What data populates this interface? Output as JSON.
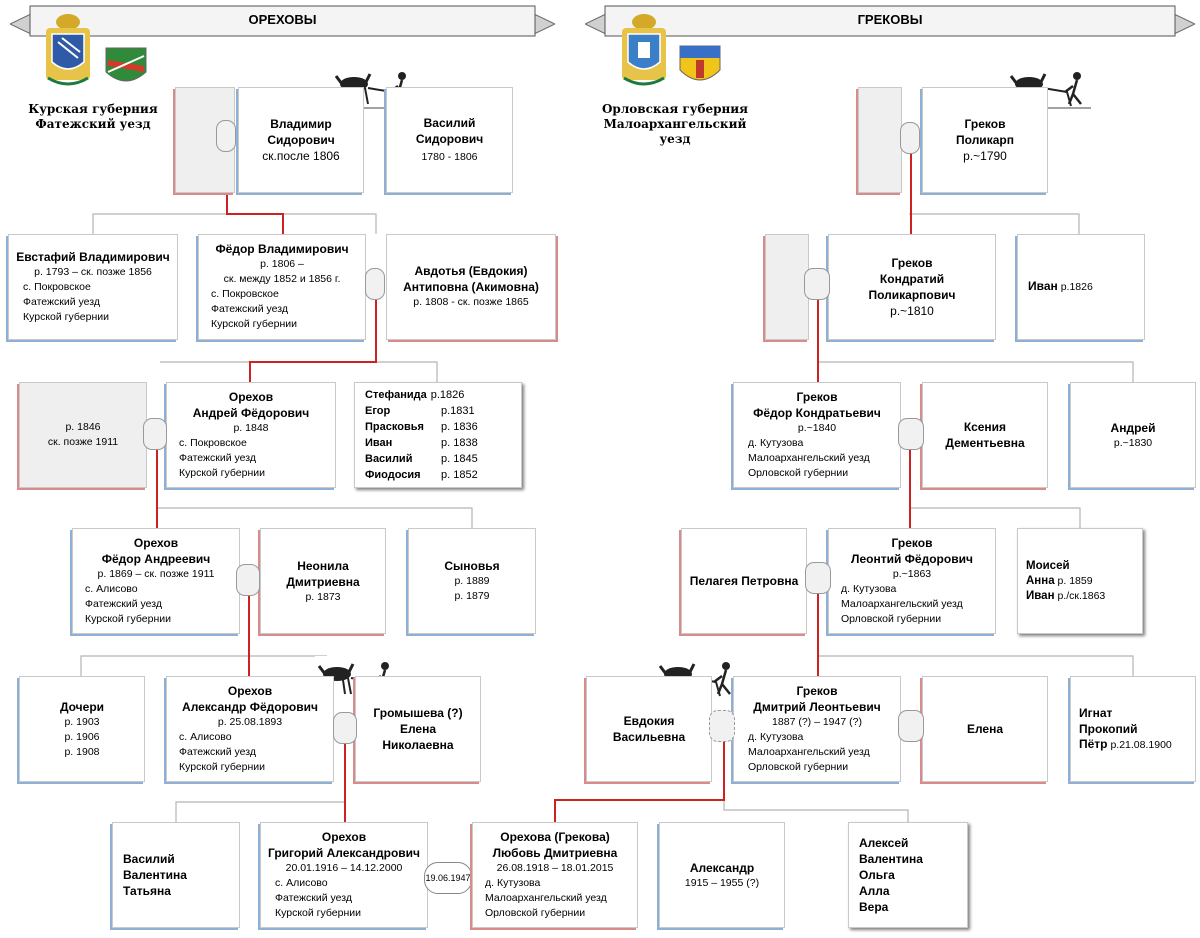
{
  "left": {
    "title": "ОРЕХОВЫ",
    "region": [
      "Курская губерния",
      "Фатежский уезд"
    ],
    "vladimir": {
      "name": [
        "Владимир",
        "Сидорович"
      ],
      "dates": "ск.после 1806"
    },
    "vasiliy_sid": {
      "name": [
        "Василий",
        "Сидорович"
      ],
      "dates": "1780 - 1806"
    },
    "evstafiy": {
      "name": "Евстафий Владимирович",
      "dates": "р. 1793 – ск. позже 1856",
      "place": [
        "с. Покровское",
        "Фатежский уезд",
        "Курской губернии"
      ]
    },
    "fedor_vlad": {
      "name": "Фёдор Владимирович",
      "dates": [
        "р. 1806 –",
        "ск. между 1852 и 1856 г."
      ],
      "place": [
        "с. Покровское",
        "Фатежский уезд",
        "Курской губернии"
      ]
    },
    "avdotya": {
      "name": [
        "Авдотья (Евдокия)",
        "Антиповна (Акимовна)"
      ],
      "dates": "р. 1808 - ск. позже 1865"
    },
    "andrey_wife": {
      "dates": [
        "р. 1846",
        "ск. позже 1911"
      ]
    },
    "andrey": {
      "name": [
        "Орехов",
        "Андрей Фёдорович"
      ],
      "dates": "р. 1848",
      "place": [
        "с. Покровское",
        "Фатежский уезд",
        "Курской губернии"
      ]
    },
    "siblings": [
      {
        "name": "Стефанида",
        "year": "р.1826"
      },
      {
        "name": "Егор",
        "year": "р.1831"
      },
      {
        "name": "Прасковья",
        "year": "р. 1836"
      },
      {
        "name": "Иван",
        "year": "р. 1838"
      },
      {
        "name": "Василий",
        "year": "р. 1845"
      },
      {
        "name": "Фиодосия",
        "year": "р. 1852"
      }
    ],
    "fedor_andr": {
      "name": [
        "Орехов",
        "Фёдор Андреевич"
      ],
      "dates": "р. 1869 – ск. позже 1911",
      "place": [
        "с. Алисово",
        "Фатежский уезд",
        "Курской губернии"
      ]
    },
    "neonila": {
      "name": [
        "Неонила",
        "Дмитриевна"
      ],
      "dates": "р. 1873"
    },
    "sons": {
      "name": "Сыновья",
      "years": [
        "р. 1889",
        "р. 1879"
      ]
    },
    "daughters": {
      "name": "Дочери",
      "years": [
        "р. 1903",
        "р. 1906",
        "р. 1908"
      ]
    },
    "alexandr": {
      "name": [
        "Орехов",
        "Александр Фёдорович"
      ],
      "dates": "р. 25.08.1893",
      "place": [
        "с. Алисово",
        "Фатежский уезд",
        "Курской губернии"
      ]
    },
    "elena_g": {
      "name": [
        "Громышева (?)",
        "Елена",
        "Николаевна"
      ]
    },
    "children_g": [
      "Василий",
      "Валентина",
      "Татьяна"
    ],
    "grigoriy": {
      "name": [
        "Орехов",
        "Григорий Александрович"
      ],
      "dates": "20.01.1916 – 14.12.2000",
      "place": [
        "с. Алисово",
        "Фатежский уезд",
        "Курской губернии"
      ]
    }
  },
  "marriage_date": "19.06.1947",
  "right": {
    "title": "ГРЕКОВЫ",
    "region": [
      "Орловская губерния",
      "Малоархангельский уезд"
    ],
    "polikarp": {
      "name": [
        "Греков",
        "Поликарп"
      ],
      "dates": "р.~1790"
    },
    "kondratiy": {
      "name": [
        "Греков",
        "Кондратий",
        "Поликарпович"
      ],
      "dates": "р.~1810"
    },
    "ivan1826": {
      "name": "Иван",
      "year": "р.1826"
    },
    "fedor_k": {
      "name": [
        "Греков",
        "Фёдор Кондратьевич"
      ],
      "dates": "р.~1840",
      "place": [
        "д. Кутузова",
        "Малоархангельский уезд",
        "Орловской губернии"
      ]
    },
    "kseniya": {
      "name": [
        "Ксения",
        "Дементьевна"
      ]
    },
    "andrey1830": {
      "name": "Андрей",
      "year": "р.~1830"
    },
    "pelageya": {
      "name": "Пелагея Петровна"
    },
    "leontiy": {
      "name": [
        "Греков",
        "Леонтий Фёдорович"
      ],
      "dates": "р.~1863",
      "place": [
        "д. Кутузова",
        "Малоархангельский уезд",
        "Орловской губернии"
      ]
    },
    "moisey": {
      "lines": [
        {
          "name": "Моисей",
          "year": ""
        },
        {
          "name": "Анна",
          "year": "р. 1859"
        },
        {
          "name": "Иван",
          "year": "р./ск.1863"
        }
      ]
    },
    "evdokiya": {
      "name": [
        "Евдокия",
        "Васильевна"
      ]
    },
    "dmitriy": {
      "name": [
        "Греков",
        "Дмитрий Леонтьевич"
      ],
      "dates": "1887 (?) – 1947 (?)",
      "place": [
        "д. Кутузова",
        "Малоархангельский уезд",
        "Орловской губернии"
      ]
    },
    "elena": {
      "name": "Елена"
    },
    "ignat": {
      "lines": [
        "Игнат",
        "Прокопий"
      ],
      "petr_name": "Пётр",
      "petr_year": "р.21.08.1900"
    },
    "lyubov": {
      "name": [
        "Орехова (Грекова)",
        "Любовь Дмитриевна"
      ],
      "dates": "26.08.1918 – 18.01.2015",
      "place": [
        "д. Кутузова",
        "Малоархангельский уезд",
        "Орловской губернии"
      ]
    },
    "alexandr1915": {
      "name": "Александр",
      "dates": "1915 – 1955 (?)"
    },
    "children_d": [
      "Алексей",
      "Валентина",
      "Ольга",
      "Алла",
      "Вера"
    ]
  }
}
